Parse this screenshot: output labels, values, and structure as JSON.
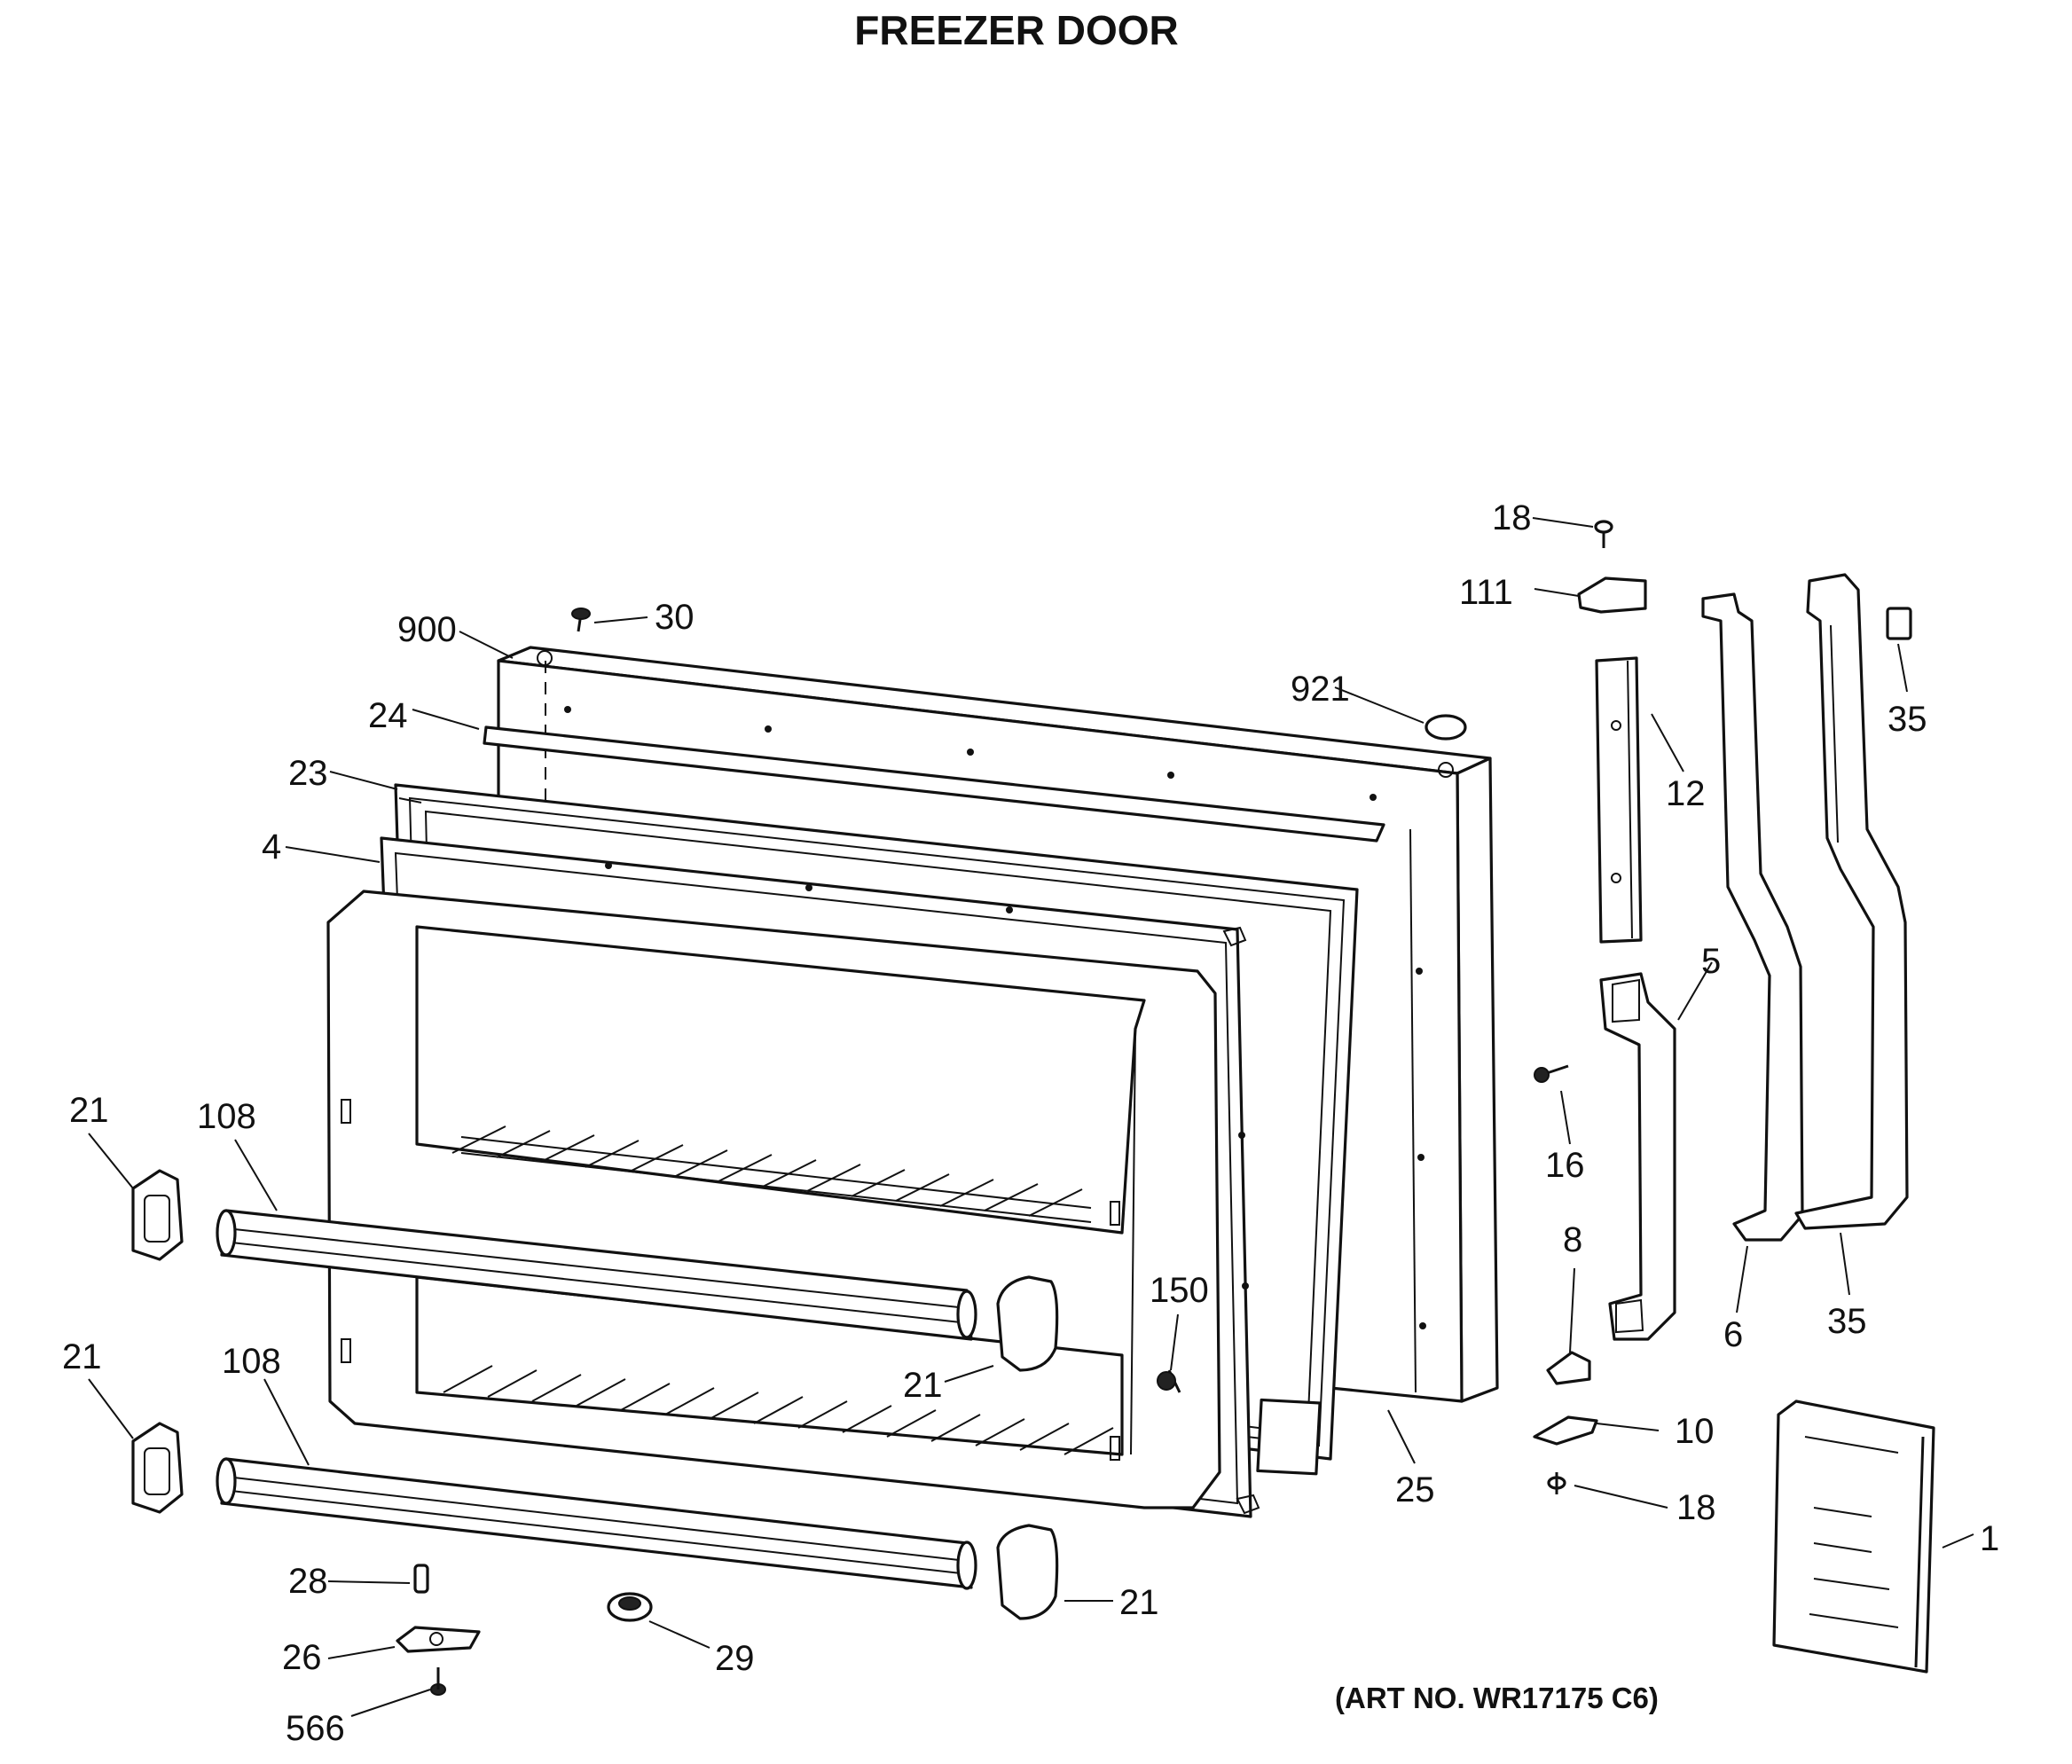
{
  "title": "FREEZER DOOR",
  "art_number": "(ART NO. WR17175 C6)",
  "callouts": {
    "c1": "1",
    "c4": "4",
    "c5": "5",
    "c6": "6",
    "c8": "8",
    "c10": "10",
    "c12": "12",
    "c16": "16",
    "c18_top": "18",
    "c18_bottom": "18",
    "c21_ul": "21",
    "c21_ll": "21",
    "c21_mid": "21",
    "c21_lr": "21",
    "c23": "23",
    "c24": "24",
    "c25": "25",
    "c26": "26",
    "c28": "28",
    "c29": "29",
    "c30": "30",
    "c35_top": "35",
    "c35_bottom": "35",
    "c108_upper": "108",
    "c108_lower": "108",
    "c111": "111",
    "c150": "150",
    "c566": "566",
    "c900": "900",
    "c921": "921"
  }
}
